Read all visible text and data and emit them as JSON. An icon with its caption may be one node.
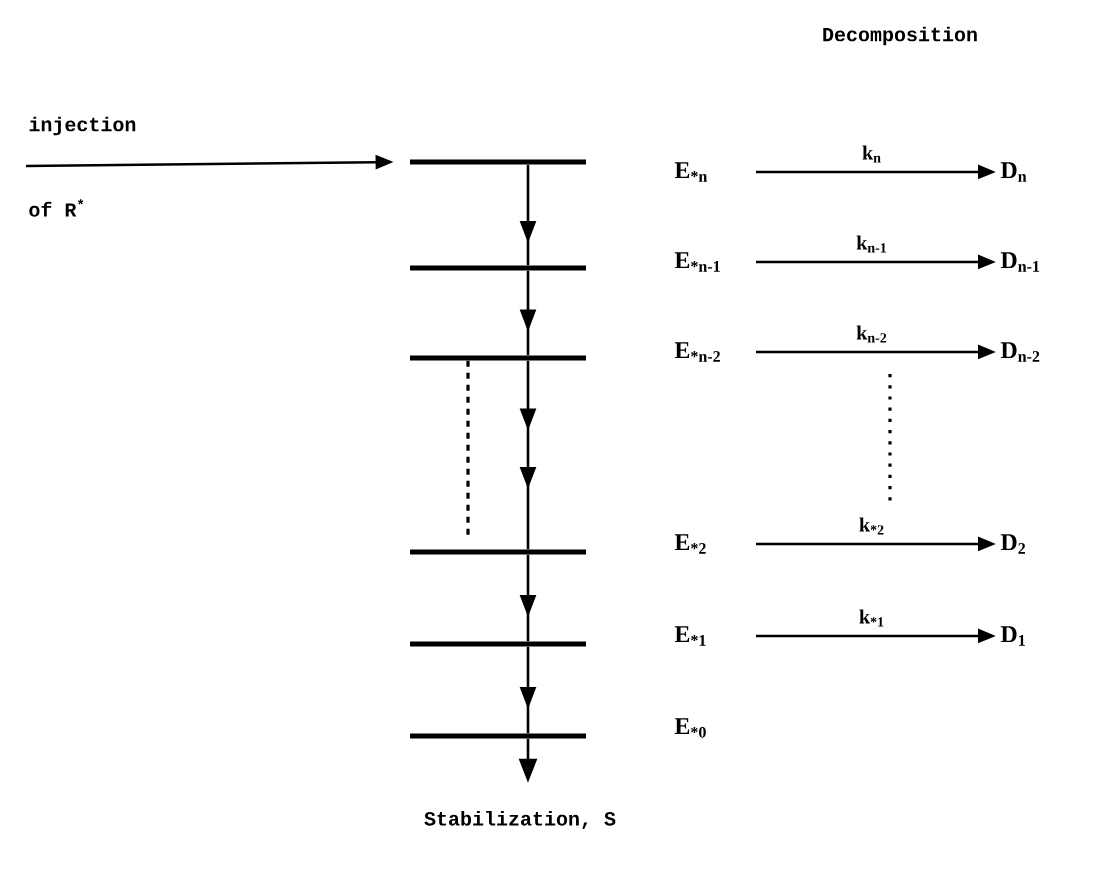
{
  "diagram": {
    "nodes": [
      {
        "text": [],
        "shape": "bar"
      },
      {
        "text": [],
        "shape": "bar"
      },
      {
        "text": [],
        "shape": "bar"
      },
      {
        "text": [],
        "shape": "bar"
      },
      {
        "text": [],
        "shape": "bar"
      },
      {
        "text": [],
        "shape": "bar"
      },
      {
        "text": [
          "E$_{*n}$"
        ]
      },
      {
        "text": [
          "E$_{*n-1}$"
        ]
      },
      {
        "text": [
          "E$_{*n-2}$"
        ]
      },
      {
        "text": [
          "E$_{*2}$"
        ]
      },
      {
        "text": [
          "E$_{*1}$"
        ]
      },
      {
        "text": [
          "E$_{*0}$"
        ]
      },
      {
        "text": [
          "D$_{n}$"
        ]
      },
      {
        "text": [
          "D$_{n-1}$"
        ]
      },
      {
        "text": [
          "D$_{n-2}$"
        ]
      },
      {
        "text": [
          "D$_{2}$"
        ]
      },
      {
        "text": [
          "D$_{1}$"
        ]
      }
    ],
    "edges": [
      {
        "from": 0,
        "to": 1,
        "arrow": "to"
      },
      {
        "from": 1,
        "to": 2,
        "arrow": "to"
      },
      {
        "from": 2,
        "to": 3,
        "arrow": "to"
      },
      {
        "from": 3,
        "to": 4,
        "arrow": "to"
      },
      {
        "from": 4,
        "to": 5,
        "arrow": "to"
      },
      {
        "from": 5,
        "to": null,
        "arrow": "to"
      },
      {
        "from": 2,
        "to": 3,
        "arrow": "none",
        "style": "dashed"
      },
      {
        "from": null,
        "to": 0,
        "arrow": "to"
      },
      {
        "from": 6,
        "to": 12,
        "arrow": "to",
        "label": "k$_{n}$"
      },
      {
        "from": 7,
        "to": 13,
        "arrow": "to",
        "label": "k$_{n-1}$"
      },
      {
        "from": 8,
        "to": 14,
        "arrow": "to",
        "label": "k$_{n-2}$"
      },
      {
        "from": 9,
        "to": 15,
        "arrow": "to",
        "label": "k$_{*2}$"
      },
      {
        "from": 10,
        "to": 16,
        "arrow": "to",
        "label": "k$_{*1}$"
      }
    ],
    "labels": [
      "Decomposition",
      "injection",
      "of R$^{*}$",
      "Stabilization, S"
    ]
  }
}
